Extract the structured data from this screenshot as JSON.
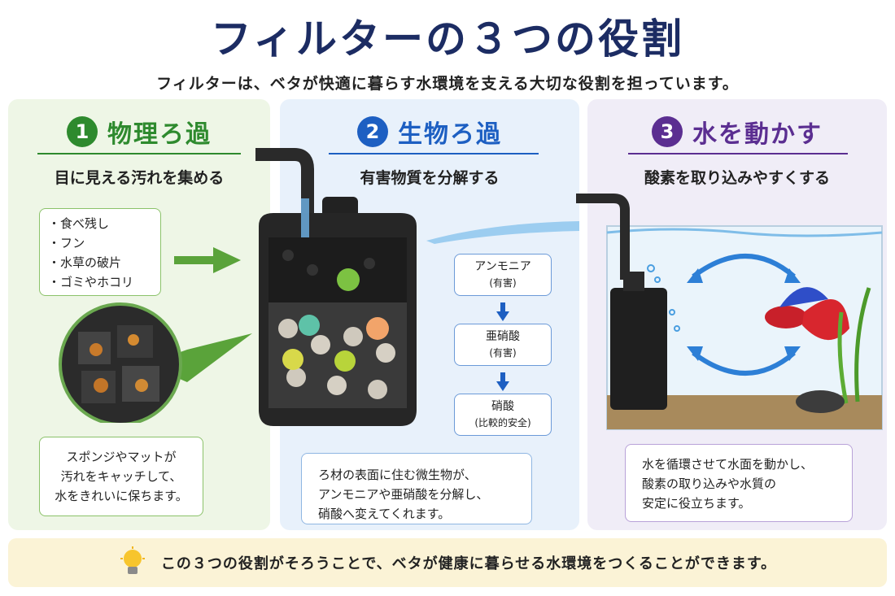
{
  "title": "フィルターの３つの役割",
  "subtitle": "フィルターは、ベタが快適に暮らす水環境を支える大切な役割を担っています。",
  "colors": {
    "green": "#2e8a2e",
    "blue": "#1d5fc2",
    "purple": "#5b2e91",
    "navy": "#1c2c63"
  },
  "sections": [
    {
      "number": "1",
      "title": "物理ろ過",
      "subtitle": "目に見える汚れを集める",
      "items": [
        "・食べ残し",
        "・フン",
        "・水草の破片",
        "・ゴミやホコリ"
      ],
      "description": [
        "スポンジやマットが",
        "汚れをキャッチして、",
        "水をきれいに保ちます。"
      ]
    },
    {
      "number": "2",
      "title": "生物ろ過",
      "subtitle": "有害物質を分解する",
      "flow": [
        {
          "name": "アンモニア",
          "note": "(有害)"
        },
        {
          "name": "亜硝酸",
          "note": "(有害)"
        },
        {
          "name": "硝酸",
          "note": "(比較的安全)"
        }
      ],
      "description": [
        "ろ材の表面に住む微生物が、",
        "アンモニアや亜硝酸を分解し、",
        "硝酸へ変えてくれます。"
      ]
    },
    {
      "number": "3",
      "title": "水を動かす",
      "subtitle": "酸素を取り込みやすくする",
      "description": [
        "水を循環させて水面を動かし、",
        "酸素の取り込みや水質の",
        "安定に役立ちます。"
      ]
    }
  ],
  "footer": {
    "text": "この３つの役割がそろうことで、ベタが健康に暮らせる水環境をつくることができます。",
    "icon": "lightbulb-icon"
  }
}
